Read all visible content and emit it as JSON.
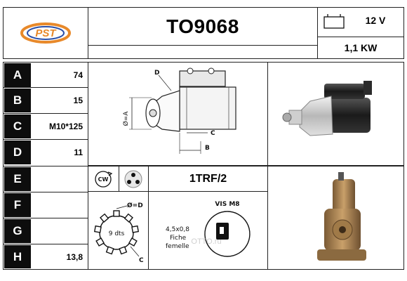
{
  "header": {
    "part_number": "TO9068",
    "voltage": "12 V",
    "power": "1,1 KW",
    "logo_text": "PST",
    "battery_icon": "battery-icon"
  },
  "specs": [
    {
      "letter": "A",
      "value": "74"
    },
    {
      "letter": "B",
      "value": "15"
    },
    {
      "letter": "C",
      "value": "M10*125"
    },
    {
      "letter": "D",
      "value": "11"
    },
    {
      "letter": "E",
      "value": ""
    },
    {
      "letter": "F",
      "value": ""
    },
    {
      "letter": "G",
      "value": ""
    },
    {
      "letter": "H",
      "value": "13,8"
    }
  ],
  "diagram_labels": {
    "d": "D",
    "phi_a": "Ø=A",
    "c": "C",
    "b": "B"
  },
  "rotation": {
    "label": "CW"
  },
  "connector_code": "1TRF/2",
  "pinion": {
    "phi_d": "Ø=D",
    "teeth": "9 dts",
    "c": "C"
  },
  "terminal": {
    "vis": "VIS M8",
    "size": "4,5x0,8",
    "line1": "Fiche",
    "line2": "femelle"
  },
  "watermark": "OTTO.ru",
  "colors": {
    "letter_bg": "#0d0d0d",
    "logo_orange": "#e8892a",
    "logo_blue": "#2a4fa8"
  }
}
